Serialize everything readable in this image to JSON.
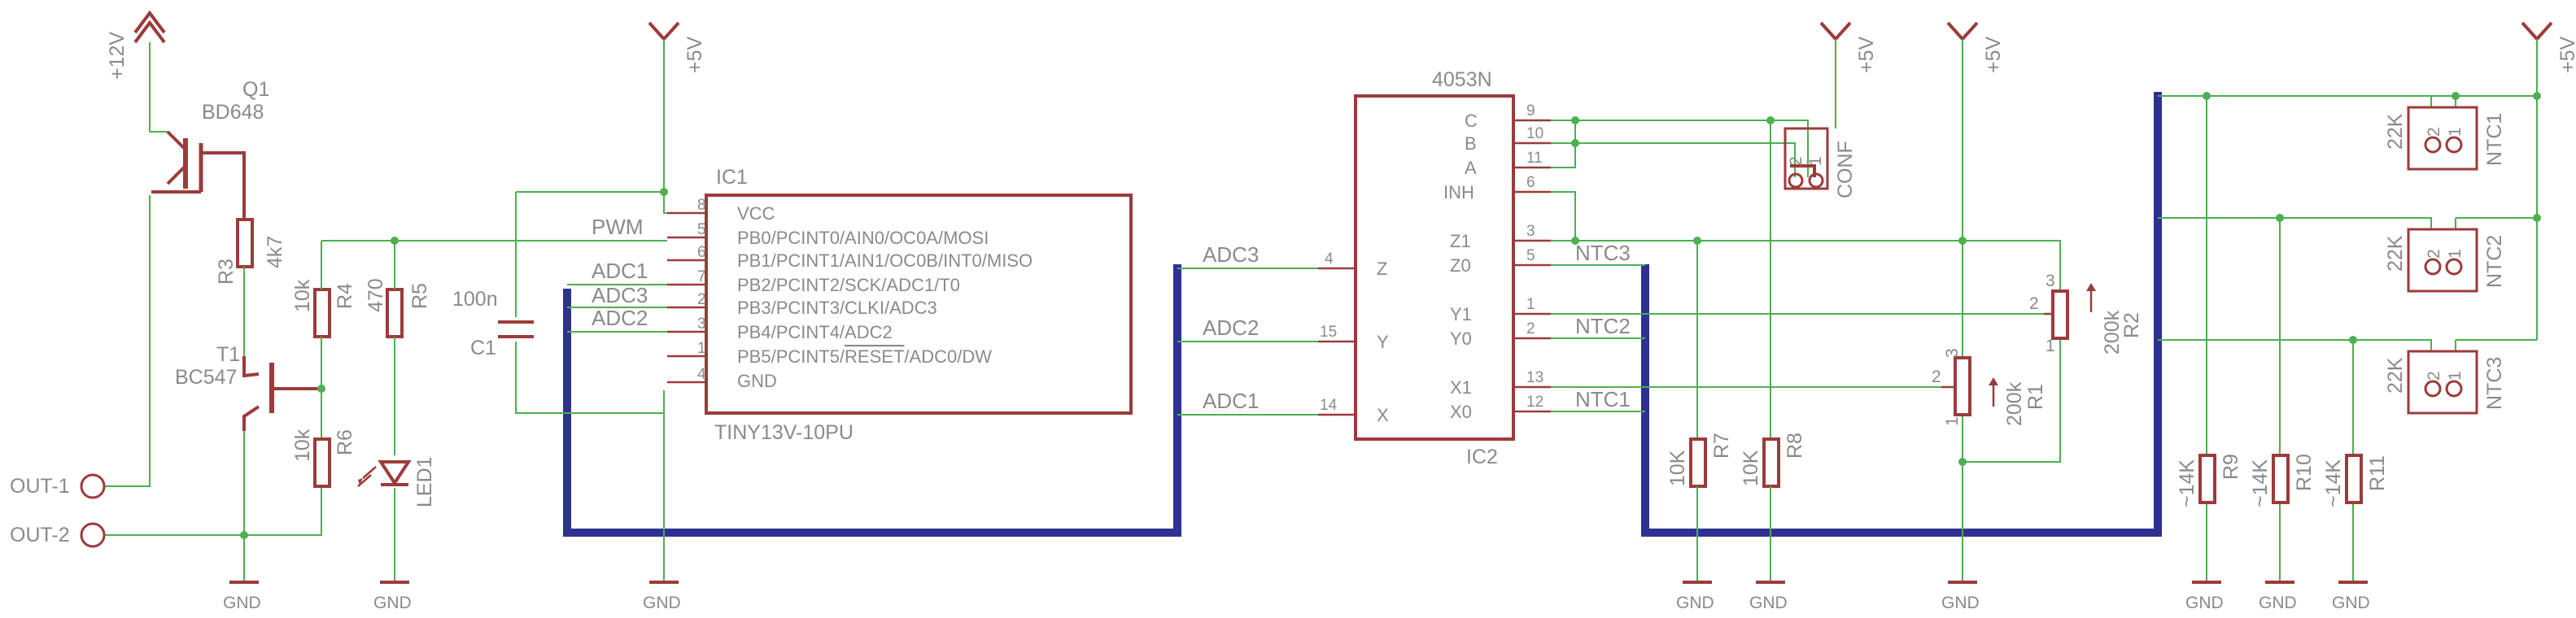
{
  "supplies": {
    "v12": "+12V",
    "v5": "+5V",
    "gnd": "GND"
  },
  "connectors": {
    "out1": "OUT-1",
    "out2": "OUT-2"
  },
  "components": {
    "q1": {
      "ref": "Q1",
      "value": "BD648"
    },
    "t1": {
      "ref": "T1",
      "value": "BC547"
    },
    "r3": {
      "ref": "R3",
      "value": "4k7"
    },
    "r4": {
      "ref": "R4",
      "value": "10k"
    },
    "r5": {
      "ref": "R5",
      "value": "470"
    },
    "r6": {
      "ref": "R6",
      "value": "10k"
    },
    "led1": {
      "ref": "LED1"
    },
    "c1": {
      "ref": "C1",
      "value": "100n"
    },
    "ic1": {
      "ref": "IC1",
      "value": "TINY13V-10PU",
      "pins": [
        {
          "num": "8",
          "name": "VCC"
        },
        {
          "num": "5",
          "name": "PB0/PCINT0/AIN0/OC0A/MOSI"
        },
        {
          "num": "6",
          "name": "PB1/PCINT1/AIN1/OC0B/INT0/MISO"
        },
        {
          "num": "7",
          "name": "PB2/PCINT2/SCK/ADC1/T0"
        },
        {
          "num": "2",
          "name": "PB3/PCINT3/CLKI/ADC3"
        },
        {
          "num": "3",
          "name": "PB4/PCINT4/ADC2"
        },
        {
          "num": "1",
          "name_pre": "PB5/PCINT5/",
          "name_over": "RESET",
          "name_post": "/ADC0/DW"
        },
        {
          "num": "4",
          "name": "GND"
        }
      ]
    },
    "ic2": {
      "ref": "IC2",
      "value": "4053N",
      "pins_left": [
        {
          "num": "4",
          "name": "Z"
        },
        {
          "num": "15",
          "name": "Y"
        },
        {
          "num": "14",
          "name": "X"
        }
      ],
      "pins_right": [
        {
          "num": "9",
          "name": "C"
        },
        {
          "num": "10",
          "name": "B"
        },
        {
          "num": "11",
          "name": "A"
        },
        {
          "num": "6",
          "name": "INH"
        },
        {
          "num": "3",
          "name": "Z1"
        },
        {
          "num": "5",
          "name": "Z0"
        },
        {
          "num": "1",
          "name": "Y1"
        },
        {
          "num": "2",
          "name": "Y0"
        },
        {
          "num": "13",
          "name": "X1"
        },
        {
          "num": "12",
          "name": "X0"
        }
      ]
    },
    "conf": {
      "ref": "CONF",
      "pin1": "1",
      "pin2": "2"
    },
    "r7": {
      "ref": "R7",
      "value": "10K"
    },
    "r8": {
      "ref": "R8",
      "value": "10K"
    },
    "r1": {
      "ref": "R1",
      "value": "200k",
      "pin1": "1",
      "pin2": "2",
      "pin3": "3"
    },
    "r2": {
      "ref": "R2",
      "value": "200k",
      "pin1": "1",
      "pin2": "2",
      "pin3": "3"
    },
    "ntc1": {
      "ref": "NTC1",
      "value": "22K",
      "pin1": "1",
      "pin2": "2"
    },
    "ntc2": {
      "ref": "NTC2",
      "value": "22K",
      "pin1": "1",
      "pin2": "2"
    },
    "ntc3": {
      "ref": "NTC3",
      "value": "22K",
      "pin1": "1",
      "pin2": "2"
    },
    "r9": {
      "ref": "R9",
      "value": "~14K"
    },
    "r10": {
      "ref": "R10",
      "value": "~14K"
    },
    "r11": {
      "ref": "R11",
      "value": "~14K"
    }
  },
  "nets": {
    "pwm": "PWM",
    "adc1": "ADC1",
    "adc2": "ADC2",
    "adc3": "ADC3",
    "ntc1": "NTC1",
    "ntc2": "NTC2",
    "ntc3": "NTC3"
  },
  "colors": {
    "wire": "#4caf50",
    "bus": "#2e3192",
    "part": "#9c3b3b",
    "text": "#8a8a8a"
  }
}
